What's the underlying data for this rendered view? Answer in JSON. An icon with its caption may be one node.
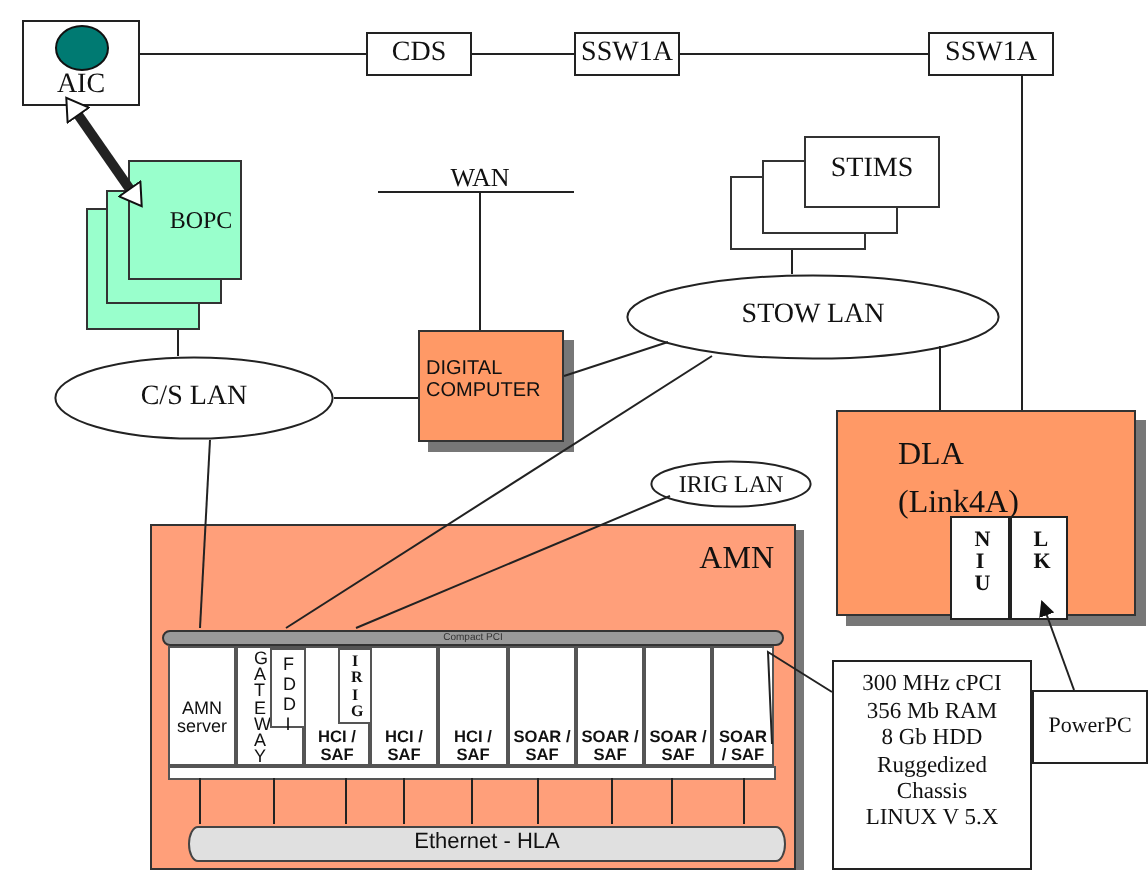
{
  "diagram": {
    "nodes": [
      {
        "text": [
          "AIC"
        ]
      },
      {
        "text": [
          "CDS"
        ]
      },
      {
        "text": [
          "SSW1A"
        ]
      },
      {
        "text": [
          "SSW1A"
        ]
      },
      {
        "text": [
          "WAN"
        ]
      },
      {
        "text": [
          "BOPC"
        ]
      },
      {
        "text": [
          "STIMS"
        ]
      },
      {
        "text": [
          "C/S LAN"
        ]
      },
      {
        "text": [
          "DIGITAL COMPUTER"
        ]
      },
      {
        "text": [
          "STOW LAN"
        ]
      },
      {
        "text": [
          "DLA",
          "(Link4A)"
        ]
      },
      {
        "text": [
          "NIU"
        ],
        "in": 10
      },
      {
        "text": [
          "LK"
        ],
        "in": 10
      },
      {
        "text": [
          "IRIG LAN"
        ]
      },
      {
        "text": [
          "AMN"
        ]
      },
      {
        "text": [
          "Compact PCI"
        ],
        "in": 14
      },
      {
        "text": [
          "AMN server"
        ],
        "in": 14
      },
      {
        "text": [
          "GATEWAY"
        ],
        "in": 14
      },
      {
        "text": [
          "FDDI"
        ],
        "in": 17
      },
      {
        "text": [
          "IRIG"
        ],
        "in": 20
      },
      {
        "text": [
          "HCI / SAF"
        ],
        "in": 14
      },
      {
        "text": [
          "HCI / SAF"
        ],
        "in": 14
      },
      {
        "text": [
          "HCI / SAF"
        ],
        "in": 14
      },
      {
        "text": [
          "SOAR / SAF"
        ],
        "in": 14
      },
      {
        "text": [
          "SOAR / SAF"
        ],
        "in": 14
      },
      {
        "text": [
          "SOAR / SAF"
        ],
        "in": 14
      },
      {
        "text": [
          "SOAR / SAF"
        ],
        "in": 14
      },
      {
        "text": [],
        "shape": "bar",
        "in": 14
      },
      {
        "text": [
          "Ethernet - HLA"
        ],
        "in": 14
      },
      {
        "text": [
          "300 MHz cPCI",
          "356 Mb RAM",
          "8 Gb HDD",
          "Ruggedized Chassis",
          "LINUX V 5.X"
        ]
      },
      {
        "text": [
          "PowerPC"
        ]
      }
    ],
    "edges": [
      {
        "from": 0,
        "to": 1,
        "arrow": "none"
      },
      {
        "from": 1,
        "to": 2,
        "arrow": "none"
      },
      {
        "from": 2,
        "to": 3,
        "arrow": "none"
      },
      {
        "from": 3,
        "to": 10,
        "arrow": "none"
      },
      {
        "from": 0,
        "to": 5,
        "arrow": "both",
        "style": "thick"
      },
      {
        "from": 4,
        "to": 8,
        "arrow": "none"
      },
      {
        "from": 5,
        "to": 7,
        "arrow": "none"
      },
      {
        "from": 7,
        "to": 8,
        "arrow": "none"
      },
      {
        "from": 8,
        "to": 9,
        "arrow": "none"
      },
      {
        "from": 6,
        "to": 9,
        "arrow": "none"
      },
      {
        "from": 9,
        "to": 10,
        "arrow": "none"
      },
      {
        "from": 7,
        "to": 15,
        "arrow": "none"
      },
      {
        "from": 9,
        "to": 15,
        "arrow": "none"
      },
      {
        "from": 13,
        "to": 15,
        "arrow": "none"
      },
      {
        "from": 27,
        "to": 28,
        "arrow": "none"
      },
      {
        "from": 27,
        "to": 28,
        "arrow": "none"
      },
      {
        "from": 27,
        "to": 28,
        "arrow": "none"
      },
      {
        "from": 27,
        "to": 28,
        "arrow": "none"
      },
      {
        "from": 27,
        "to": 28,
        "arrow": "none"
      },
      {
        "from": 27,
        "to": 28,
        "arrow": "none"
      },
      {
        "from": 27,
        "to": 28,
        "arrow": "none"
      },
      {
        "from": 27,
        "to": 28,
        "arrow": "none"
      },
      {
        "from": 27,
        "to": 28,
        "arrow": "none"
      },
      {
        "from": 29,
        "to": 26,
        "arrow": "none"
      },
      {
        "from": 30,
        "to": 12,
        "arrow": "to"
      }
    ]
  }
}
